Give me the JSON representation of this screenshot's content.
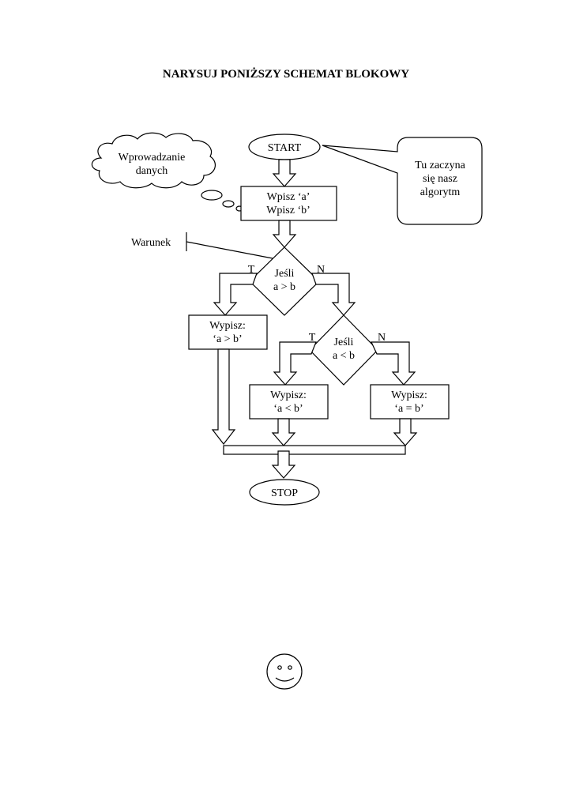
{
  "title": "NARYSUJ PONIŻSZY SCHEMAT BLOKOWY",
  "diagram": {
    "start": "START",
    "stop": "STOP",
    "input_block": [
      "Wpisz ‘a’",
      "Wpisz ‘b’"
    ],
    "condition1": [
      "Jeśli",
      "a > b"
    ],
    "condition2": [
      "Jeśli",
      "a < b"
    ],
    "branch_true": "T",
    "branch_false": "N",
    "output1": [
      "Wypisz:",
      "‘a > b’"
    ],
    "output2": [
      "Wypisz:",
      "‘a < b’"
    ],
    "output3": [
      "Wypisz:",
      "‘a = b’"
    ],
    "cloud_note": [
      "Wprowadzanie",
      "danych"
    ],
    "callout_note": [
      "Tu zaczyna",
      "się nasz",
      "algorytm"
    ],
    "condition_label": "Warunek"
  },
  "decorations": {
    "smiley": "smiley-face-icon"
  }
}
